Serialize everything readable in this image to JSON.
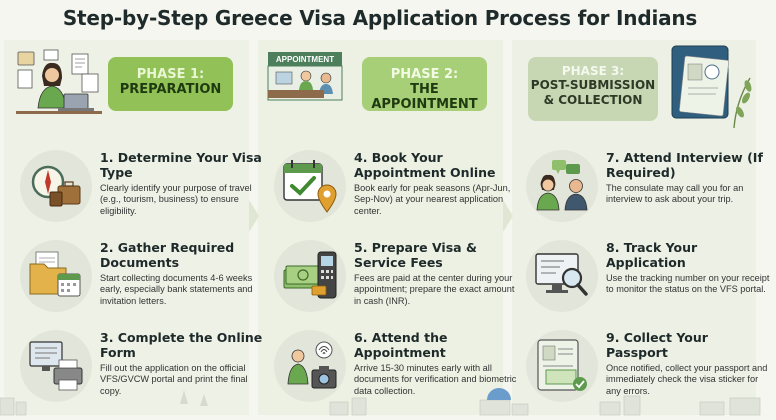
{
  "title": "Step-by-Step Greece Visa Application Process for Indians",
  "phases": [
    {
      "line1": "PHASE 1:",
      "line2": "PREPARATION"
    },
    {
      "line1": "PHASE 2:",
      "line2": "THE APPOINTMENT",
      "sign": "APPOINTMENT"
    },
    {
      "line1": "PHASE 3:",
      "line2a": "POST-SUBMISSION",
      "line2b": "& COLLECTION"
    }
  ],
  "steps": [
    {
      "title": "1. Determine Your Visa Type",
      "desc": "Clearly identify your purpose of travel (e.g., tourism, business) to ensure eligibility.",
      "icon": "compass-luggage-icon"
    },
    {
      "title": "2. Gather Required Documents",
      "desc": "Start collecting documents 4-6 weeks early, especially bank statements and invitation letters.",
      "icon": "folder-calendar-icon"
    },
    {
      "title": "3. Complete the Online Form",
      "desc": "Fill out the application on the official VFS/GVCW portal and print the final copy.",
      "icon": "computer-printer-icon"
    },
    {
      "title": "4. Book Your Appointment Online",
      "desc": "Book early for peak seasons (Apr-Jun, Sep-Nov) at your nearest application center.",
      "icon": "calendar-pin-icon"
    },
    {
      "title": "5. Prepare Visa & Service Fees",
      "desc": "Fees are paid at the center during your appointment; prepare the exact amount in cash (INR).",
      "icon": "cash-card-reader-icon"
    },
    {
      "title": "6. Attend the Appointment",
      "desc": "Arrive 15-30 minutes early with all documents for verification and biometric data collection.",
      "icon": "biometric-camera-icon"
    },
    {
      "title": "7. Attend Interview (If Required)",
      "desc": "The consulate may call you for an interview to ask about your trip.",
      "icon": "interview-people-icon"
    },
    {
      "title": "8. Track Your Application",
      "desc": "Use the tracking number on your receipt to monitor the status on the VFS portal.",
      "icon": "monitor-magnifier-icon"
    },
    {
      "title": "9. Collect Your Passport",
      "desc": "Once notified, collect your passport and immediately check the visa sticker for any errors.",
      "icon": "passport-visa-icon"
    }
  ],
  "colors": {
    "phase1": "#92c257",
    "phase2": "#a6cf78",
    "phase3": "#c7d7b4",
    "background": "#f4f6ef"
  }
}
